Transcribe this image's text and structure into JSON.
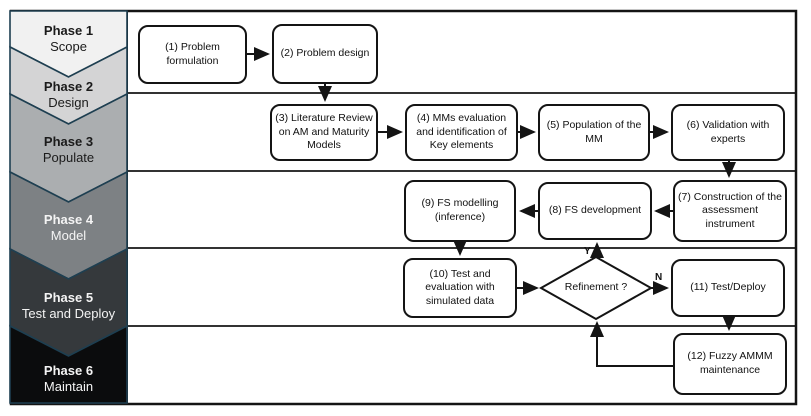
{
  "diagram": {
    "phases": [
      {
        "title": "Phase 1",
        "subtitle": "Scope",
        "fill": "#f1f1f1",
        "text_color": "#1b1b1b"
      },
      {
        "title": "Phase 2",
        "subtitle": "Design",
        "fill": "#d4d4d5",
        "text_color": "#1b1b1b"
      },
      {
        "title": "Phase 3",
        "subtitle": "Populate",
        "fill": "#abaeb0",
        "text_color": "#1b1b1b"
      },
      {
        "title": "Phase 4",
        "subtitle": "Model",
        "fill": "#7d8184",
        "text_color": "#f4f4f4"
      },
      {
        "title": "Phase 5",
        "subtitle": "Test and Deploy",
        "fill": "#35393c",
        "text_color": "#f4f4f4"
      },
      {
        "title": "Phase 6",
        "subtitle": "Maintain",
        "fill": "#0b0c0d",
        "text_color": "#f4f4f4"
      }
    ],
    "steps": [
      {
        "label": "(1) Problem formulation"
      },
      {
        "label": "(2) Problem design"
      },
      {
        "label": "(3) Literature Review on AM and Maturity Models"
      },
      {
        "label": "(4) MMs evaluation and identification of Key elements"
      },
      {
        "label": "(5) Population of the MM"
      },
      {
        "label": "(6) Validation with experts"
      },
      {
        "label": "(7) Construction of the assessment instrument"
      },
      {
        "label": "(8) FS development"
      },
      {
        "label": "(9) FS modelling (inference)"
      },
      {
        "label": "(10) Test and evaluation with simulated data"
      },
      {
        "label": "(11) Test/Deploy"
      },
      {
        "label": "(12) Fuzzy AMMM maintenance"
      }
    ],
    "decision": {
      "label": "Refinement ?",
      "yes_label": "Y",
      "no_label": "N"
    },
    "colors": {
      "chevron_border": "#1e3f51",
      "box_border": "#141414",
      "arrow": "#141414",
      "lane_line": "#141414"
    }
  }
}
